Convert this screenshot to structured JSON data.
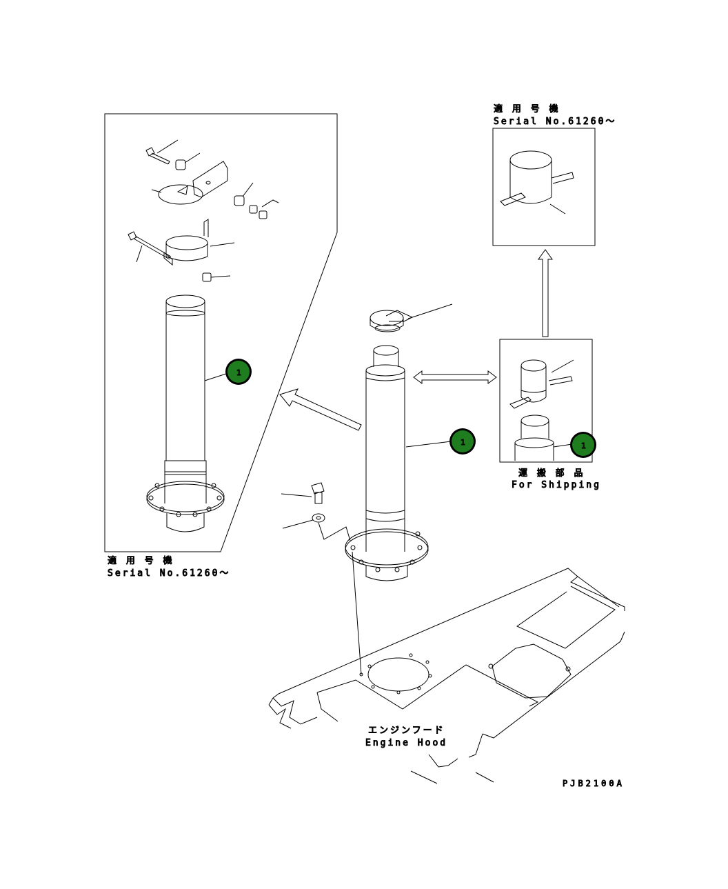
{
  "labels": {
    "left_model_jp": "適 用 号 機",
    "left_serial": "Serial No.61260～",
    "top_model_jp": "適 用 号 機",
    "top_serial": "Serial No.61260～",
    "shipping_jp": "運 搬 部 品",
    "shipping_en": "For Shipping",
    "hood_jp": "エンジンフード",
    "hood_en": "Engine Hood",
    "drawing_ref": "PJB2100A"
  },
  "callouts": [
    {
      "id": "left-pipe",
      "text": "1"
    },
    {
      "id": "center-pipe",
      "text": "1"
    },
    {
      "id": "shipping-pipe",
      "text": "1"
    }
  ],
  "colors": {
    "callout_fill": "#1f7d1f",
    "line": "#000000",
    "background": "#ffffff"
  }
}
